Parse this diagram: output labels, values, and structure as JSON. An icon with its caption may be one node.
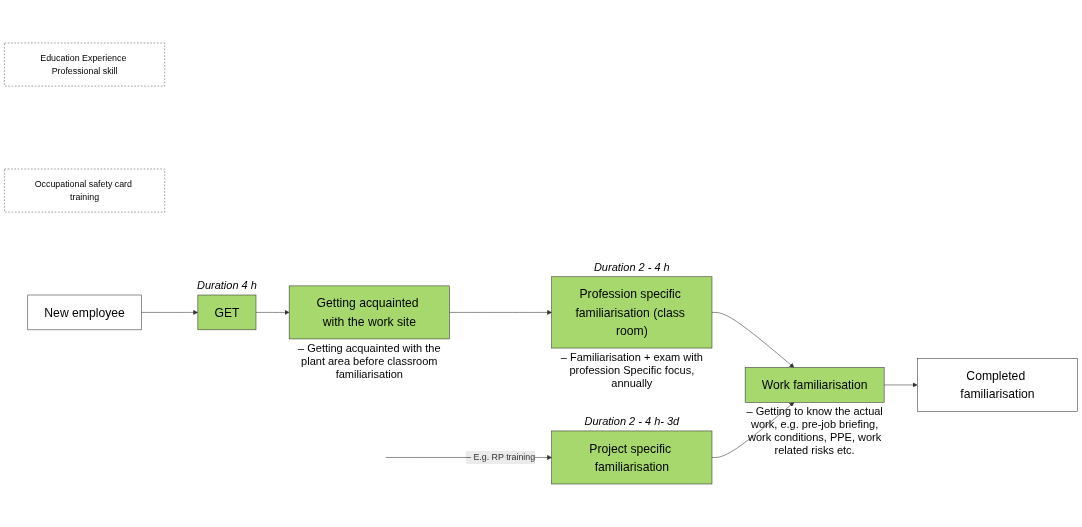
{
  "diagram": {
    "nodes": [
      {
        "text": [
          "Education Experience Professional skill"
        ]
      },
      {
        "text": [
          "Occupational safety card training"
        ]
      },
      {
        "text": [
          "New employee"
        ]
      },
      {
        "text": [
          "GET"
        ],
        "beside": [
          "Duration 4 h"
        ]
      },
      {
        "text": [
          "Project specific familiarisation"
        ],
        "beside": [
          "Duration 2 - 4 h- 3d"
        ]
      },
      {
        "text": [
          "Work familiarisation"
        ],
        "beside": [
          "– Getting to know the actual work, e.g. pre-job briefing, work conditions, PPE, work related risks etc."
        ]
      },
      {
        "text": [
          "Completed familiarisation"
        ]
      },
      {
        "text": [
          "Getting acquainted with the work site"
        ],
        "beside": [
          "– Getting acquainted with the plant area before classroom familiarisation"
        ]
      },
      {
        "text": [
          "Profession specific familiarisation (class room)"
        ],
        "beside": [
          "Duration 2 - 4 h",
          "– Familiarisation + exam with profession Specific focus, annually"
        ]
      }
    ],
    "edges": [
      {
        "from": 2,
        "to": 3,
        "arrow": "to"
      },
      {
        "from": 3,
        "to": 7,
        "arrow": "to"
      },
      {
        "from": 7,
        "to": 8,
        "arrow": "to"
      },
      {
        "from": 8,
        "to": 5,
        "arrow": "to"
      },
      {
        "from": null,
        "to": 4,
        "arrow": "to",
        "label": "– E.g. RP training"
      },
      {
        "from": 4,
        "to": 5,
        "arrow": "to"
      },
      {
        "from": 5,
        "to": 6,
        "arrow": "to"
      }
    ]
  }
}
